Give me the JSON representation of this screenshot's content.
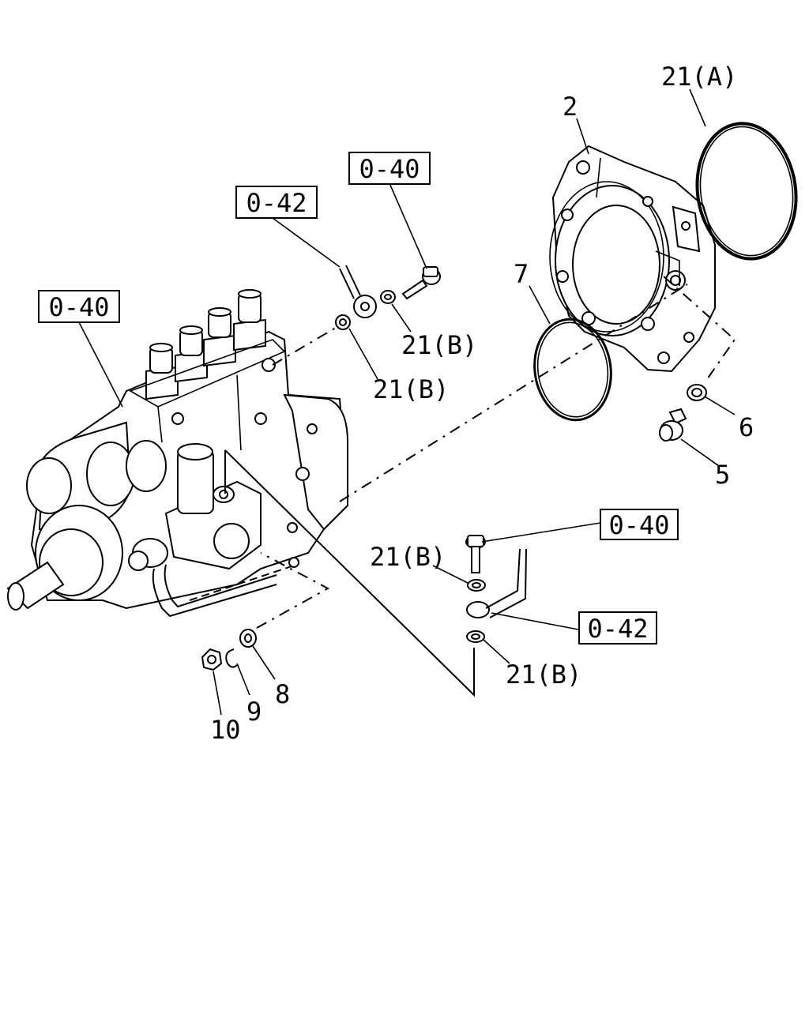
{
  "refs": {
    "r1": "0-40",
    "r2": "0-42",
    "r3": "0-40",
    "r4": "0-40",
    "r5": "0-42"
  },
  "callouts": {
    "c21a": "21(A)",
    "c2": "2",
    "c7": "7",
    "c6": "6",
    "c5": "5",
    "c21b_1": "21(B)",
    "c21b_2": "21(B)",
    "c21b_3": "21(B)",
    "c21b_4": "21(B)",
    "c8": "8",
    "c9": "9",
    "c10": "10"
  }
}
